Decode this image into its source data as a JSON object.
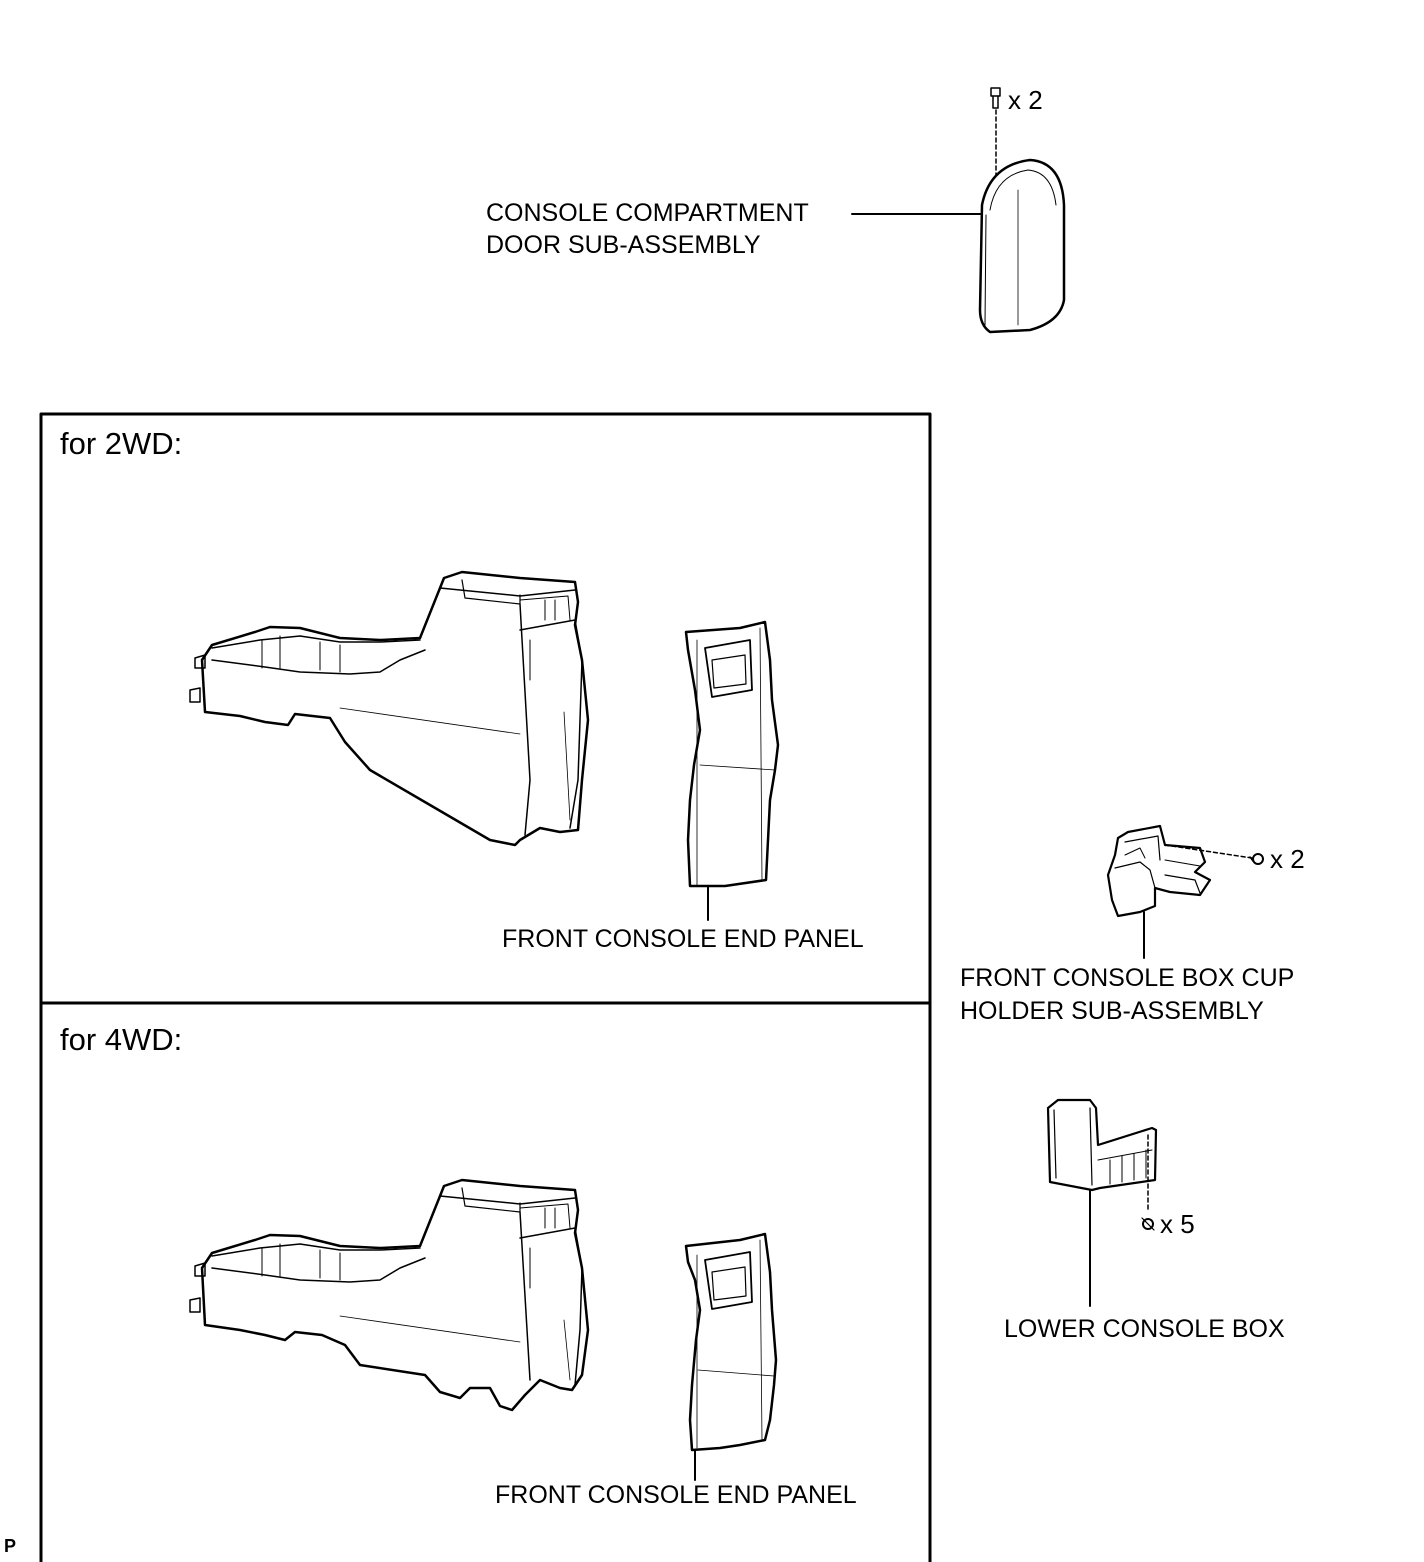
{
  "diagram": {
    "sections": [
      {
        "id": "2wd",
        "title": "for 2WD:",
        "end_panel_label": "FRONT CONSOLE END PANEL"
      },
      {
        "id": "4wd",
        "title": "for 4WD:",
        "end_panel_label": "FRONT CONSOLE END PANEL"
      }
    ],
    "parts": {
      "compartment_door": {
        "label_line1": "CONSOLE COMPARTMENT",
        "label_line2": "DOOR SUB-ASSEMBLY",
        "qty": "x 2"
      },
      "cup_holder": {
        "label_line1": "FRONT CONSOLE BOX CUP",
        "label_line2": "HOLDER SUB-ASSEMBLY",
        "qty": "x 2"
      },
      "lower_box": {
        "label": "LOWER CONSOLE BOX",
        "qty": "x 5"
      }
    },
    "ref_code": "P"
  }
}
